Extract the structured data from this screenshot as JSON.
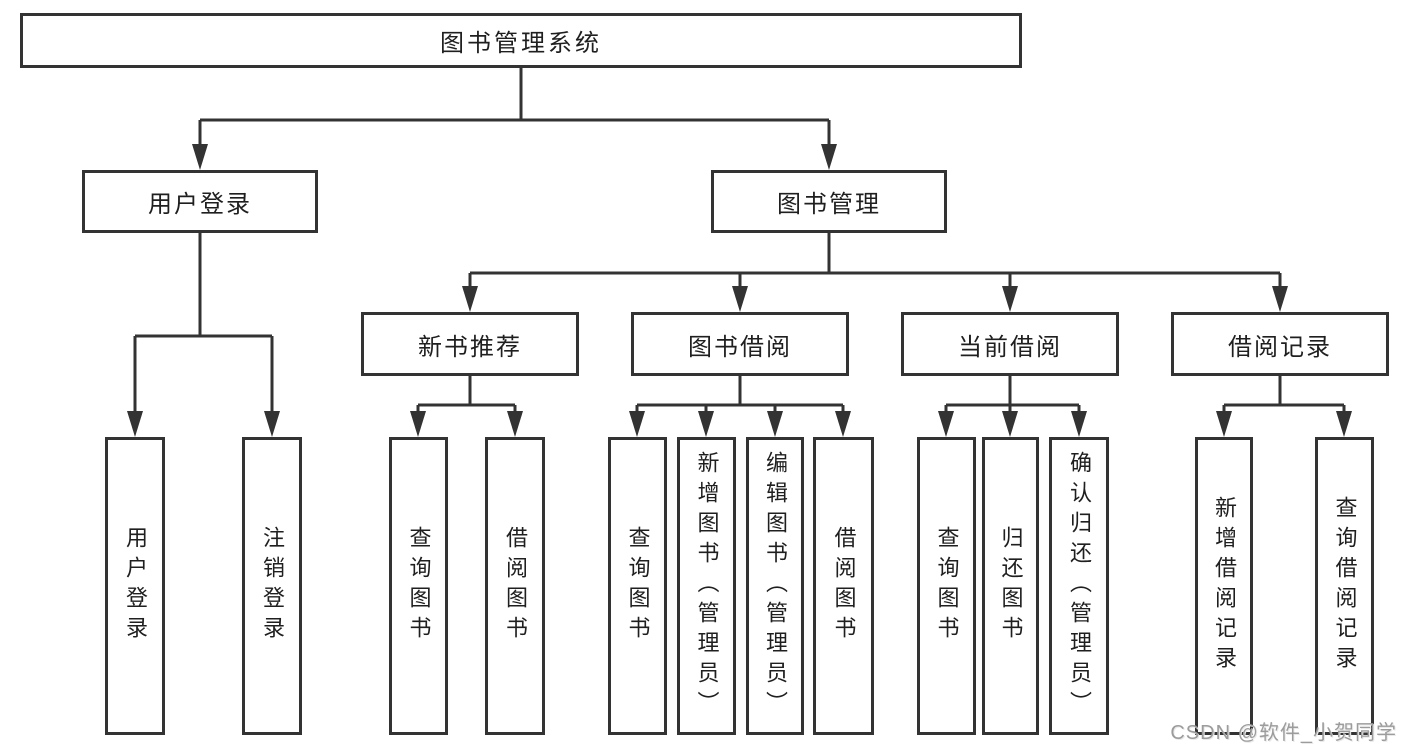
{
  "diagram": {
    "root": {
      "label": "图书管理系统"
    },
    "level2": [
      {
        "label": "用户登录"
      },
      {
        "label": "图书管理"
      }
    ],
    "level3": [
      {
        "label": "新书推荐"
      },
      {
        "label": "图书借阅"
      },
      {
        "label": "当前借阅"
      },
      {
        "label": "借阅记录"
      }
    ],
    "leaves": {
      "user": [
        {
          "label": "用户登录"
        },
        {
          "label": "注销登录"
        }
      ],
      "newbook": [
        {
          "label": "查询图书"
        },
        {
          "label": "借阅图书"
        }
      ],
      "borrow": [
        {
          "label": "查询图书"
        },
        {
          "label": "新增图书（管理员）"
        },
        {
          "label": "编辑图书（管理员）"
        },
        {
          "label": "借阅图书"
        }
      ],
      "current": [
        {
          "label": "查询图书"
        },
        {
          "label": "归还图书"
        },
        {
          "label": "确认归还（管理员）"
        }
      ],
      "records": [
        {
          "label": "新增借阅记录"
        },
        {
          "label": "查询借阅记录"
        }
      ]
    }
  },
  "watermark": {
    "text": "CSDN @软件_小贺同学"
  },
  "colors": {
    "line": "#333333",
    "box_border": "#333333",
    "text": "#1f1f1f",
    "watermark": "#9c9c9c",
    "background": "#ffffff"
  }
}
